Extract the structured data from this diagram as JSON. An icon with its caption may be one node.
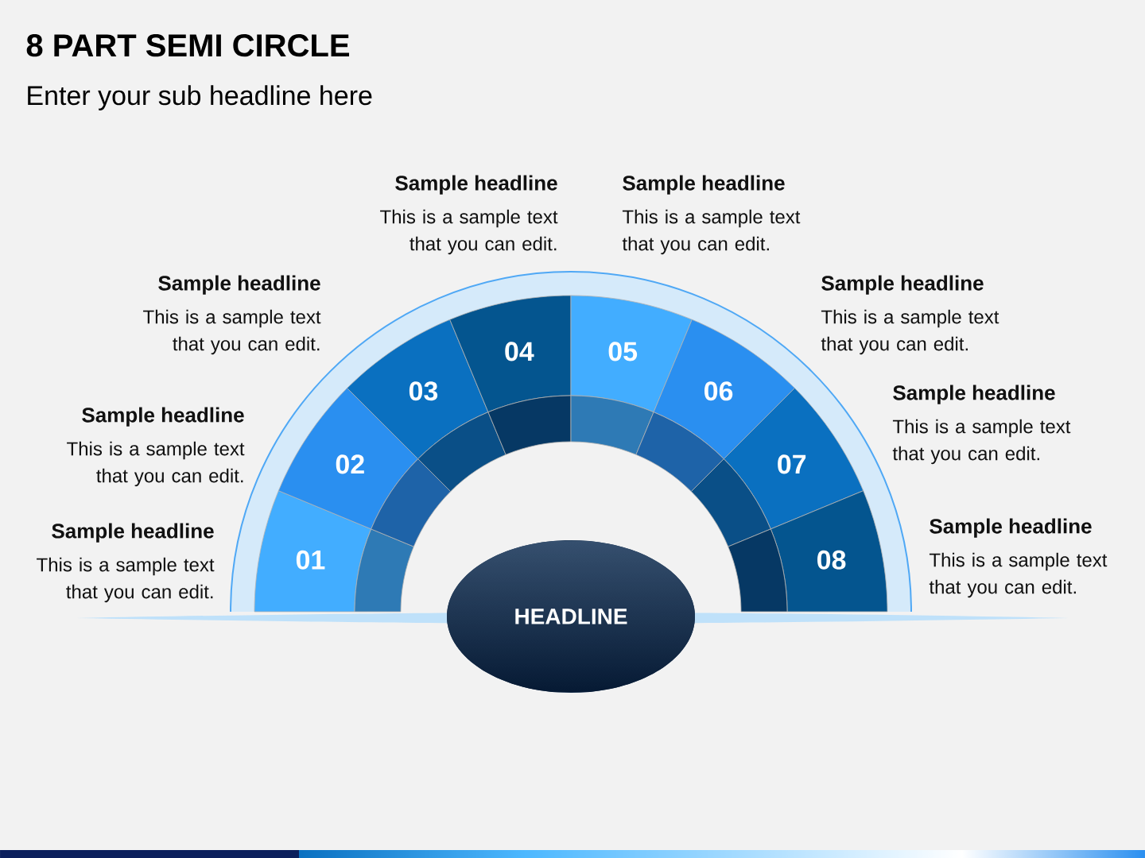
{
  "diagram": {
    "title": "8 PART SEMI CIRCLE",
    "nodes": [
      {
        "text": [
          "01"
        ],
        "beside": [
          "Sample headline",
          "This is a sample text that you can edit."
        ]
      },
      {
        "text": [
          "02"
        ],
        "beside": [
          "Sample headline",
          "This is a sample text that you can edit."
        ]
      },
      {
        "text": [
          "03"
        ],
        "beside": [
          "Sample headline",
          "This is a sample text that you can edit."
        ]
      },
      {
        "text": [
          "04"
        ],
        "beside": [
          "Sample headline",
          "This is a sample text that you can edit."
        ]
      },
      {
        "text": [
          "05"
        ],
        "beside": [
          "Sample headline",
          "This is a sample text that you can edit."
        ]
      },
      {
        "text": [
          "06"
        ],
        "beside": [
          "Sample headline",
          "This is a sample text that you can edit."
        ]
      },
      {
        "text": [
          "07"
        ],
        "beside": [
          "Sample headline",
          "This is a sample text that you can edit."
        ]
      },
      {
        "text": [
          "08"
        ],
        "beside": [
          "Sample headline",
          "This is a sample text that you can edit."
        ]
      },
      {
        "text": [
          "HEADLINE"
        ]
      }
    ],
    "labels": [
      "Enter your sub headline here"
    ]
  }
}
